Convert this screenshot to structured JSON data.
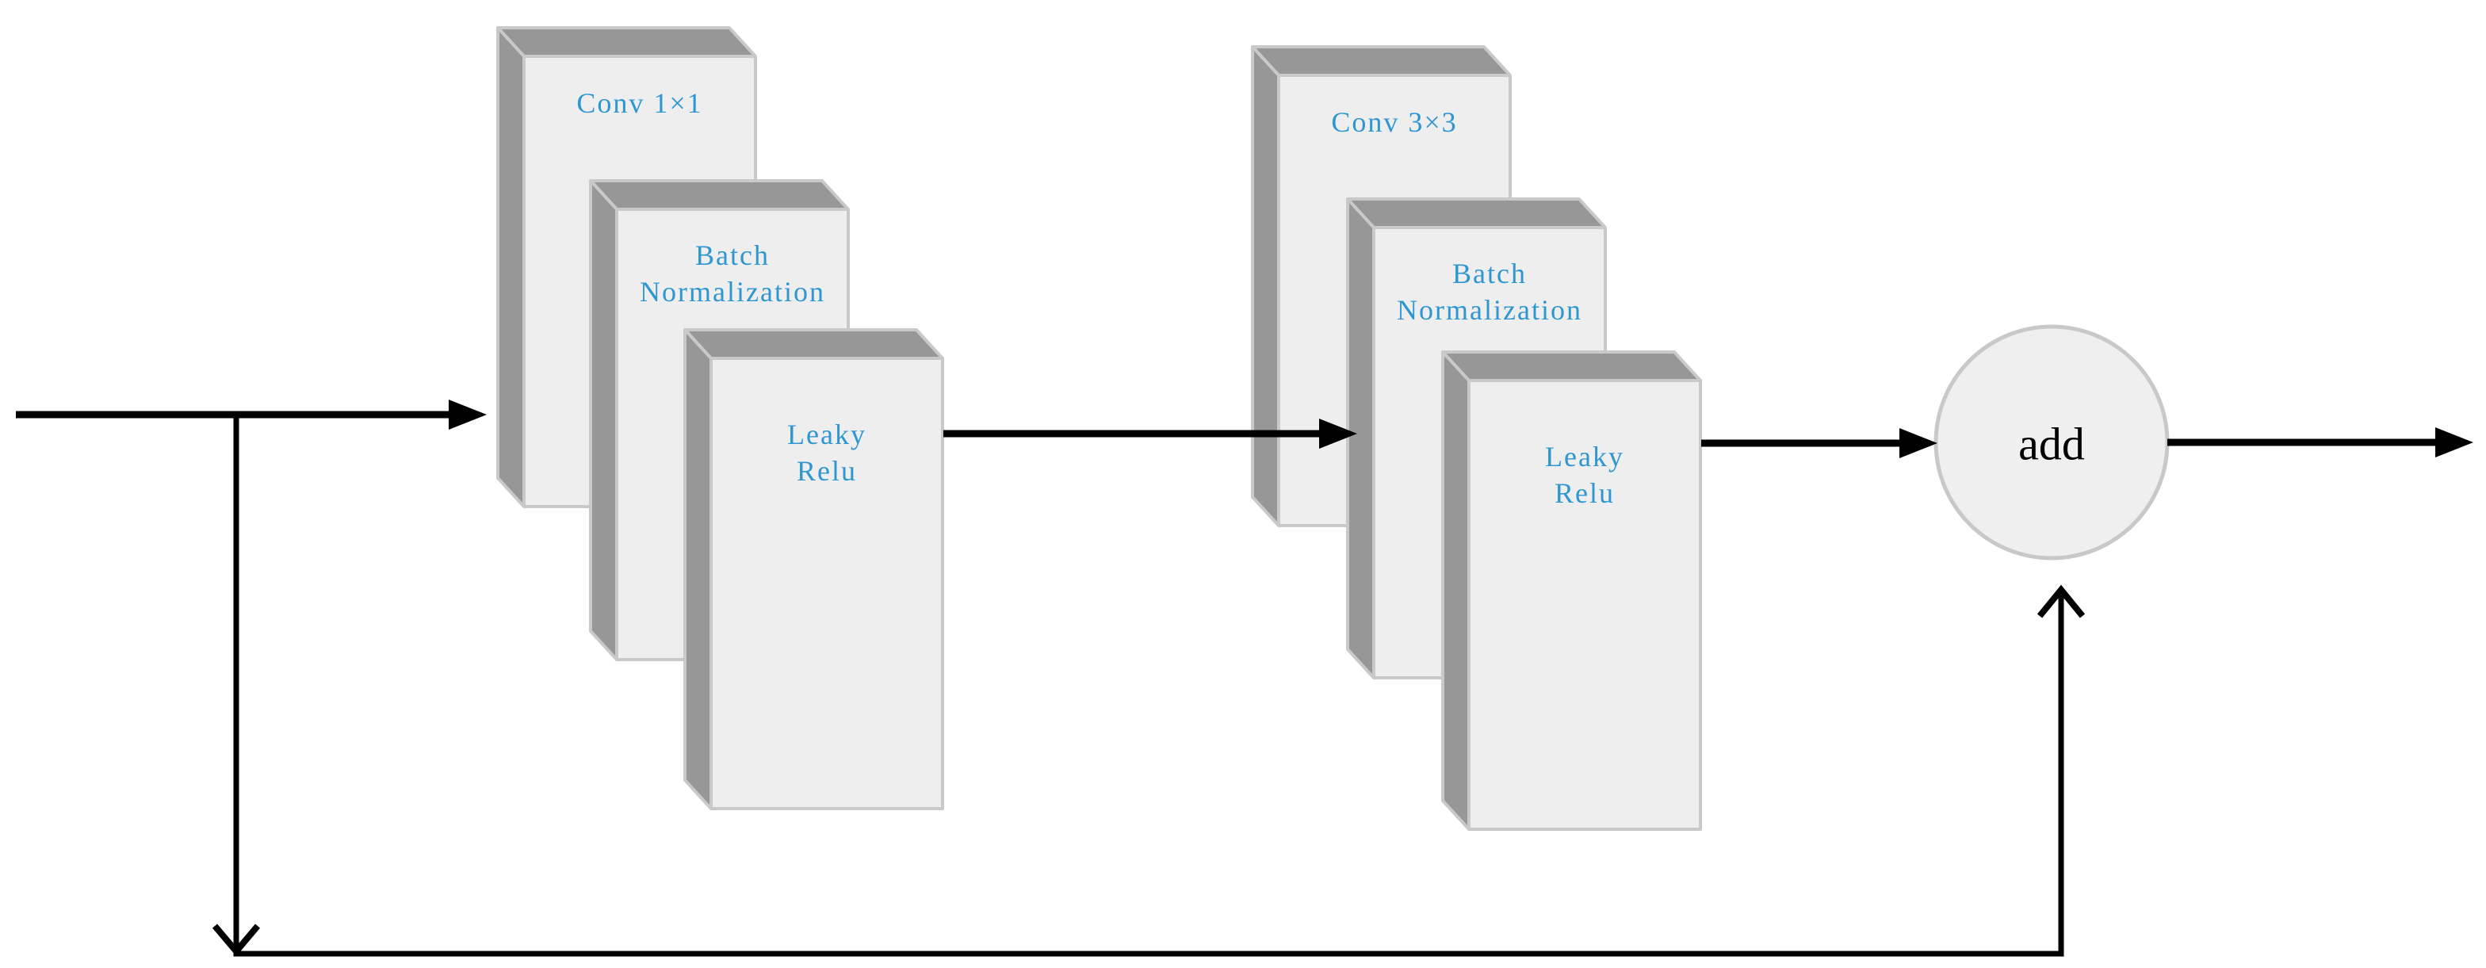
{
  "diagram": {
    "description": "Residual block: two stacked conv units with skip connection into an add node",
    "colors": {
      "background": "#ffffff",
      "box_face": "#eeeeee",
      "box_side": "#979797",
      "box_border": "#c9c9c9",
      "label_blue": "#2e96d1",
      "arrow_black": "#000000",
      "node_fill": "#efefef",
      "node_border": "#c8c8c8",
      "node_text": "#000000"
    },
    "groups": [
      {
        "name": "conv-1x1-stack",
        "boxes": [
          {
            "lines": [
              "Conv 1×1"
            ]
          },
          {
            "lines": [
              "Batch",
              "Normalization"
            ]
          },
          {
            "lines": [
              "Leaky",
              "Relu"
            ]
          }
        ]
      },
      {
        "name": "conv-3x3-stack",
        "boxes": [
          {
            "lines": [
              "Conv 3×3"
            ]
          },
          {
            "lines": [
              "Batch",
              "Normalization"
            ]
          },
          {
            "lines": [
              "Leaky",
              "Relu"
            ]
          }
        ]
      }
    ],
    "add_node": {
      "label": "add"
    }
  }
}
